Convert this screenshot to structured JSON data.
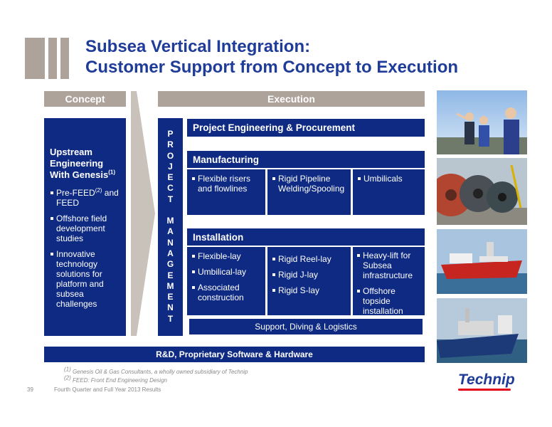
{
  "title": {
    "line1": "Subsea Vertical Integration:",
    "line2": "Customer Support from Concept to Execution"
  },
  "concept_label": "Concept",
  "execution_label": "Execution",
  "upstream": {
    "heading": "Upstream Engineering With Genesis",
    "heading_sup": "(1)",
    "items": [
      {
        "text": "Pre-FEED",
        "sup": "(2)",
        "after": " and FEED"
      },
      {
        "text": "Offshore field development studies"
      },
      {
        "text": "Innovative technology solutions for platform and subsea challenges"
      }
    ]
  },
  "project_management_letters": [
    "P",
    "R",
    "O",
    "J",
    "E",
    "C",
    "T",
    "",
    "M",
    "A",
    "N",
    "A",
    "G",
    "E",
    "M",
    "E",
    "N",
    "T"
  ],
  "project_engineering": "Project Engineering & Procurement",
  "manufacturing": {
    "label": "Manufacturing",
    "cols": [
      [
        "Flexible risers and flowlines"
      ],
      [
        "Rigid Pipeline Welding/Spooling"
      ],
      [
        "Umbilicals"
      ]
    ]
  },
  "installation": {
    "label": "Installation",
    "cols": [
      [
        "Flexible-lay",
        "Umbilical-lay",
        "Associated construction"
      ],
      [
        "Rigid Reel-lay",
        "Rigid J-lay",
        "Rigid S-lay"
      ],
      [
        "Heavy-lift  for Subsea infrastructure",
        "Offshore topside installation"
      ]
    ]
  },
  "support": "Support, Diving & Logistics",
  "rnd": "R&D,  Proprietary Software & Hardware",
  "footnotes": {
    "f1_sup": "(1)",
    "f1": "Genesis Oil & Gas Consultants, a wholly owned subsidiary of Technip",
    "f2_sup": "(2)",
    "f2": "FEED: Front End Engineering Design"
  },
  "page_number": "39",
  "footer_text": "Fourth Quarter and Full Year 2013 Results",
  "logo_text": "Technip",
  "colors": {
    "navy": "#0e2a82",
    "title_blue": "#1f3c98",
    "gray": "#ada39a",
    "logo_red": "#e2001a"
  }
}
